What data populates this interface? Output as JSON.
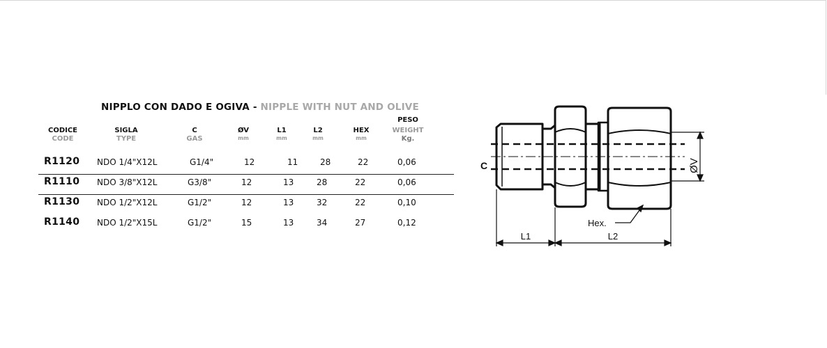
{
  "title": {
    "italian": "NIPPLO CON DADO E OGIVA",
    "separator": " - ",
    "english": "NIPPLE WITH NUT AND OLIVE"
  },
  "columns": [
    {
      "key": "code",
      "label": "CODICE",
      "sub": "CODE"
    },
    {
      "key": "type",
      "label": "SIGLA",
      "sub": "TYPE"
    },
    {
      "key": "c",
      "label": "C",
      "sub": "GAS"
    },
    {
      "key": "ov",
      "label": "ØV",
      "sub": "mm"
    },
    {
      "key": "l1",
      "label": "L1",
      "sub": "mm"
    },
    {
      "key": "l2",
      "label": "L2",
      "sub": "mm"
    },
    {
      "key": "hex",
      "label": "HEX",
      "sub": "mm"
    },
    {
      "key": "weight",
      "label": "PESO",
      "sub": "WEIGHT",
      "sub2": "Kg."
    }
  ],
  "rows": [
    {
      "code": "R1120",
      "type": "NDO 1/4\"X12L",
      "c": "G1/4\"",
      "ov": "12",
      "l1": "11",
      "l2": "28",
      "hex": "22",
      "weight": "0,06"
    },
    {
      "code": "R1110",
      "type": "NDO 3/8\"X12L",
      "c": "G3/8\"",
      "ov": "12",
      "l1": "13",
      "l2": "28",
      "hex": "22",
      "weight": "0,06"
    },
    {
      "code": "R1130",
      "type": "NDO 1/2\"X12L",
      "c": "G1/2\"",
      "ov": "12",
      "l1": "13",
      "l2": "32",
      "hex": "22",
      "weight": "0,10"
    },
    {
      "code": "R1140",
      "type": "NDO 1/2\"X15L",
      "c": "G1/2\"",
      "ov": "15",
      "l1": "13",
      "l2": "34",
      "hex": "27",
      "weight": "0,12"
    }
  ],
  "drawing": {
    "label_c": "C",
    "label_ov": "ØV",
    "label_hex": "Hex.",
    "label_l1": "L1",
    "label_l2": "L2"
  }
}
